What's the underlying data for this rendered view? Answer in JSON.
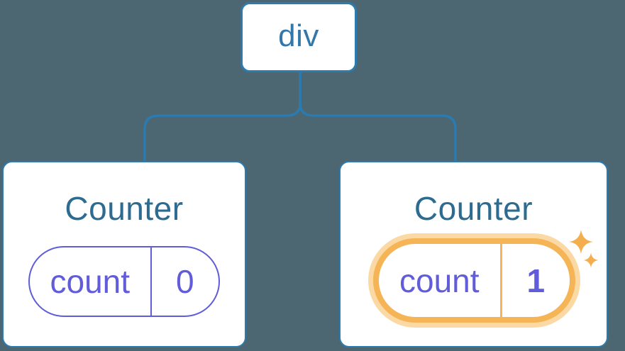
{
  "diagram": {
    "root_node": {
      "label": "div"
    },
    "nodes": [
      {
        "title": "Counter",
        "state_key": "count",
        "state_value": "0",
        "highlighted": false
      },
      {
        "title": "Counter",
        "state_key": "count",
        "state_value": "1",
        "highlighted": true
      }
    ],
    "icons": {
      "sparkle": "four-point-star"
    },
    "colors": {
      "background": "#4c6772",
      "line_blue": "#2b7ab0",
      "div_label_blue": "#3478a9",
      "title_blue": "#2d6c90",
      "state_purple": "#615cd9",
      "highlight_orange": "#f5b455",
      "highlight_halo": "#fbd9a4",
      "sparkle_orange": "#f4ae4d",
      "card_white": "#ffffff"
    }
  }
}
